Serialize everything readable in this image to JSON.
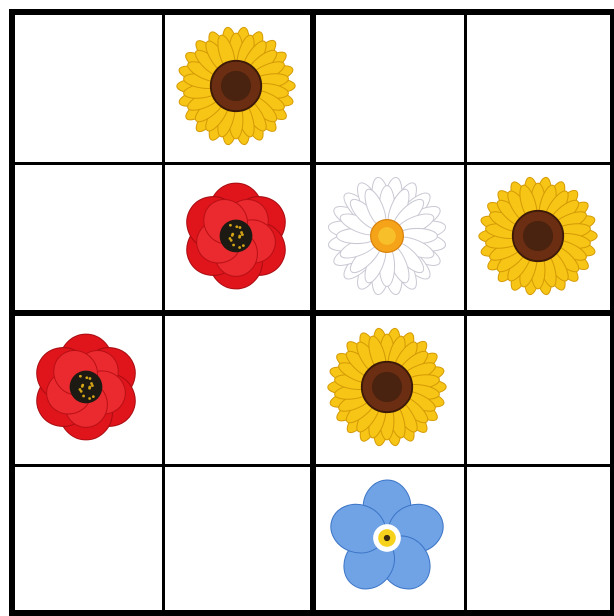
{
  "puzzle": {
    "size": 4,
    "symbols": [
      "sunflower",
      "poppy",
      "daisy",
      "forget-me-not"
    ],
    "grid": [
      [
        null,
        "sunflower",
        null,
        null
      ],
      [
        null,
        "poppy",
        "daisy",
        "sunflower"
      ],
      [
        "poppy",
        null,
        "sunflower",
        null
      ],
      [
        null,
        null,
        "forget-me-not",
        null
      ]
    ]
  },
  "colors": {
    "line": "#000000",
    "sunflower_petal": "#f6c515",
    "sunflower_petal_edge": "#d49a06",
    "sunflower_center": "#6b2e12",
    "poppy_petal": "#e0141b",
    "poppy_center": "#1c1a12",
    "poppy_dots": "#d4a417",
    "daisy_petal": "#ffffff",
    "daisy_petal_edge": "#c9c9d4",
    "daisy_center": "#f5a318",
    "forget_petal": "#6fa3e6",
    "forget_petal_edge": "#3d75c6",
    "forget_center": "#f7d21c"
  }
}
